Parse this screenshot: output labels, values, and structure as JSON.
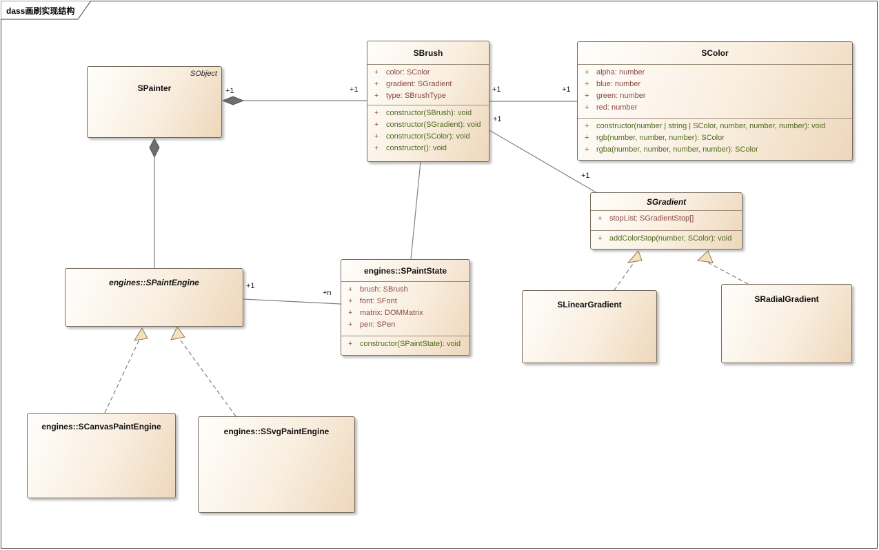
{
  "frame": {
    "label": "dass画刷实现结构"
  },
  "symbols": {
    "plus": "+"
  },
  "colors": {
    "box_fill_start": "#fffefc",
    "box_fill_end": "#eed7bb",
    "box_border": "#766a5d",
    "attribute_text": "#8b4741",
    "method_text": "#4e6b1d",
    "connector_line": "#7f7f7f",
    "composition_diamond": "#6e6e6e",
    "generalization_arrow_fill": "#f5e1bd"
  },
  "classes": {
    "spainter": {
      "name": "SPainter",
      "stereotype": "SObject"
    },
    "sbrush": {
      "name": "SBrush",
      "attributes": [
        "color: SColor",
        "gradient: SGradient",
        "type: SBrushType"
      ],
      "methods": [
        "constructor(SBrush): void",
        "constructor(SGradient): void",
        "constructor(SColor): void",
        "constructor(): void"
      ]
    },
    "scolor": {
      "name": "SColor",
      "attributes": [
        "alpha: number",
        "blue: number",
        "green: number",
        "red: number"
      ],
      "methods": [
        "constructor(number | string | SColor, number, number, number): void",
        "rgb(number, number, number): SColor",
        "rgba(number, number, number, number): SColor"
      ]
    },
    "sgradient": {
      "name": "SGradient",
      "attributes": [
        "stopList: SGradientStop[]"
      ],
      "methods": [
        "addColorStop(number, SColor): void"
      ]
    },
    "spaintengine": {
      "name": "engines::SPaintEngine"
    },
    "spaintstate": {
      "name": "engines::SPaintState",
      "attributes": [
        "brush: SBrush",
        "font: SFont",
        "matrix: DOMMatrix",
        "pen: SPen"
      ],
      "methods": [
        "constructor(SPaintState): void"
      ]
    },
    "slineargradient": {
      "name": "SLinearGradient"
    },
    "sradialgradient": {
      "name": "SRadialGradient"
    },
    "scanvaspaintengine": {
      "name": "engines::SCanvasPaintEngine"
    },
    "ssvgpaintengine": {
      "name": "engines::SSvgPaintEngine"
    }
  },
  "connectors": {
    "painter_brush": {
      "source_label": "+1",
      "target_label": "+1"
    },
    "brush_color": {
      "source_label": "+1",
      "target_label": "+1"
    },
    "brush_gradient": {
      "source_label": "+1",
      "target_label": "+1"
    },
    "engine_state": {
      "source_label": "+1",
      "target_label": "+n"
    }
  }
}
